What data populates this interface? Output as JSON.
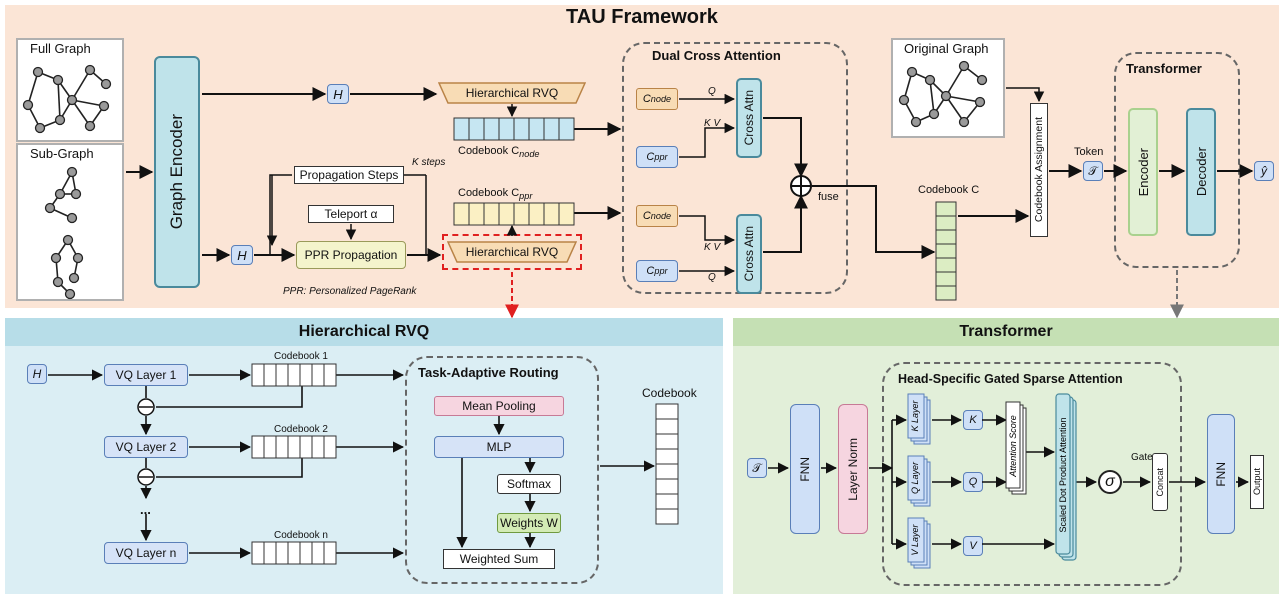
{
  "framework_title": "TAU Framework",
  "full_graph": "Full Graph",
  "sub_graph": "Sub-Graph",
  "graph_encoder": "Graph Encoder",
  "H": "H",
  "hierarchical_rvq": "Hierarchical RVQ",
  "codebook_node": "Codebook C",
  "codebook_node_sub": "node",
  "codebook_ppr": "Codebook C",
  "codebook_ppr_sub": "ppr",
  "propagation_steps": "Propagation Steps",
  "k_steps": "K steps",
  "teleport": "Teleport α",
  "ppr_propagation": "PPR Propagation",
  "ppr_note": "PPR: Personalized PageRank",
  "dual_cross_attention": "Dual Cross Attention",
  "c_node": "C",
  "c_node_sub": "node",
  "c_ppr": "C",
  "c_ppr_sub": "ppr",
  "q": "Q",
  "kv": "K V",
  "cross_attn": "Cross Attn",
  "fuse": "fuse",
  "codebook_c": "Codebook C",
  "original_graph": "Original Graph",
  "codebook_assignment": "Codebook Assignment",
  "token": "Token",
  "tau_symbol": "𝒯",
  "transformer": "Transformer",
  "encoder": "Encoder",
  "decoder": "Decoder",
  "y_hat": "ŷ",
  "hrvq_panel": {
    "title": "Hierarchical RVQ",
    "vq1": "VQ Layer 1",
    "vq2": "VQ Layer 2",
    "vqn": "VQ Layer n",
    "cb1": "Codebook 1",
    "cb2": "Codebook 2",
    "cbn": "Codebook n",
    "dots": "...",
    "routing_title": "Task-Adaptive Routing",
    "mean_pooling": "Mean Pooling",
    "mlp": "MLP",
    "softmax": "Softmax",
    "weights": "Weights W",
    "weighted_sum": "Weighted Sum",
    "codebook": "Codebook"
  },
  "tr_panel": {
    "title": "Transformer",
    "gated_title": "Head-Specific Gated Sparse Attention",
    "fnn1": "FNN",
    "layer_norm": "Layer Norm",
    "k_layer": "K Layer",
    "q_layer": "Q Layer",
    "v_layer": "V Layer",
    "K": "K",
    "Q": "Q",
    "V": "V",
    "attention_score": "Attention Score",
    "sdpa": "Scaled Dot Product Attention",
    "gate": "Gate",
    "sigma": "σ",
    "concat": "Concat",
    "fnn2": "FNN",
    "output": "Output"
  },
  "colors": {
    "top_bg": "#fbe5d6",
    "hrvq_bg": "#dbeef4",
    "tr_bg": "#e2efd9",
    "red": "#e02020"
  }
}
